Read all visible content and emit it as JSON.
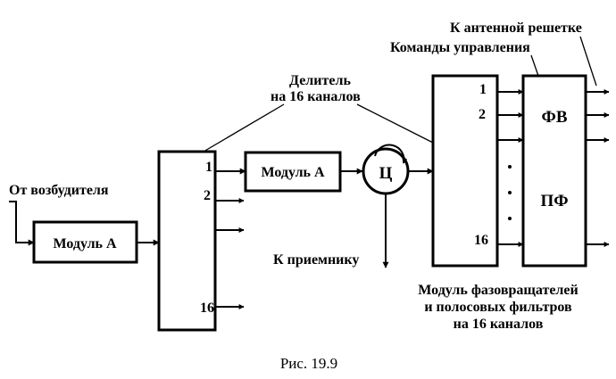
{
  "labels": {
    "from_exciter": "От возбудителя",
    "module_a_1": "Модуль А",
    "module_a_2": "Модуль А",
    "divider_line1": "Делитель",
    "divider_line2": "на 16 каналов",
    "circulator": "Ц",
    "to_receiver": "К приемнику",
    "to_antenna": "К антенной решетке",
    "control_commands": "Команды управления",
    "phase_shifter": "ФВ",
    "bandpass_filter": "ПФ",
    "module_caption_line1": "Модуль фазовращателей",
    "module_caption_line2": "и полосовых фильтров",
    "module_caption_line3": "на 16 каналов",
    "figure_caption": "Рис. 19.9"
  },
  "divider_ports": {
    "first": "1",
    "second": "2",
    "last": "16"
  },
  "module_ports": {
    "first": "1",
    "second": "2",
    "last": "16"
  }
}
